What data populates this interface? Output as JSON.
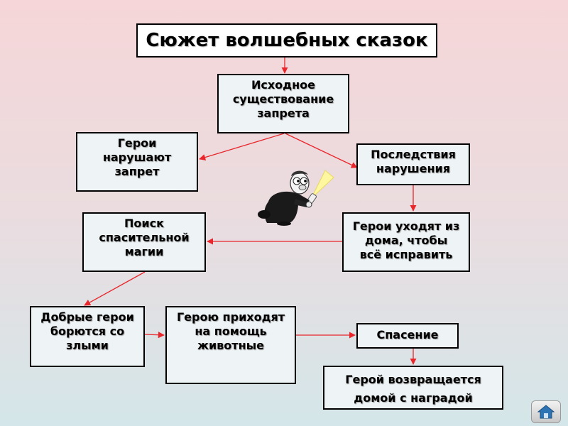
{
  "diagram": {
    "title": "Сюжет волшебных сказок",
    "nodes": {
      "initial": "Исходное\nсуществование\nзапрета",
      "heroes_break": "Герои\nнарушают\nзапрет",
      "consequences": "Последствия\nнарушения",
      "heroes_leave": "Герои уходят из\nдома, чтобы\nвсё исправить",
      "search_magic": "Поиск\nспасительной\nмагии",
      "good_fight": "Добрые герои\nборются со\nзлыми",
      "animals_help": "Герою приходят\nна помощь\nживотные",
      "rescue": "Спасение",
      "hero_returns": "Герой возвращается\nдомой с наградой"
    },
    "edges": [
      [
        "title",
        "initial"
      ],
      [
        "initial",
        "heroes_break"
      ],
      [
        "initial",
        "consequences"
      ],
      [
        "consequences",
        "heroes_leave"
      ],
      [
        "heroes_leave",
        "search_magic"
      ],
      [
        "search_magic",
        "good_fight"
      ],
      [
        "good_fight",
        "animals_help"
      ],
      [
        "animals_help",
        "rescue"
      ],
      [
        "rescue",
        "hero_returns"
      ]
    ],
    "arrow_color": "#e8262b"
  },
  "decor": {
    "figure": "detective-with-flashlight-icon",
    "nav": "home-icon"
  }
}
